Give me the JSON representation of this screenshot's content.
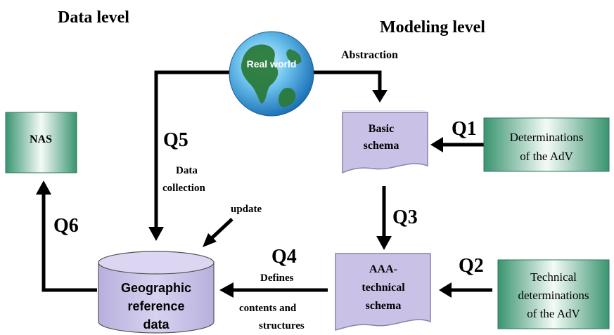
{
  "headings": {
    "data_level": "Data level",
    "modeling_level": "Modeling level"
  },
  "nodes": {
    "real_world": "Real world",
    "basic_schema": [
      "Basic",
      "schema"
    ],
    "aaa_schema": [
      "AAA-",
      "technical",
      "schema"
    ],
    "determinations": [
      "Determinations",
      "of the AdV"
    ],
    "technical_determinations": [
      "Technical",
      "determinations",
      "of the AdV"
    ],
    "nas": "NAS",
    "geo_data": [
      "Geographic",
      "reference",
      "data"
    ]
  },
  "labels": {
    "abstraction": "Abstraction",
    "q1": "Q1",
    "q2": "Q2",
    "q3": "Q3",
    "q4": "Q4",
    "q5": "Q5",
    "q6": "Q6",
    "data_collection": [
      "Data",
      "collection"
    ],
    "update": "update",
    "defines": "Defines",
    "contents_structures": [
      "contents and",
      "structures"
    ]
  },
  "colors": {
    "schema_fill": "#c9c2e6",
    "cylinder_fill": "#cbc4e8",
    "green_fill": "#2f8c64",
    "arrow": "#000000"
  }
}
